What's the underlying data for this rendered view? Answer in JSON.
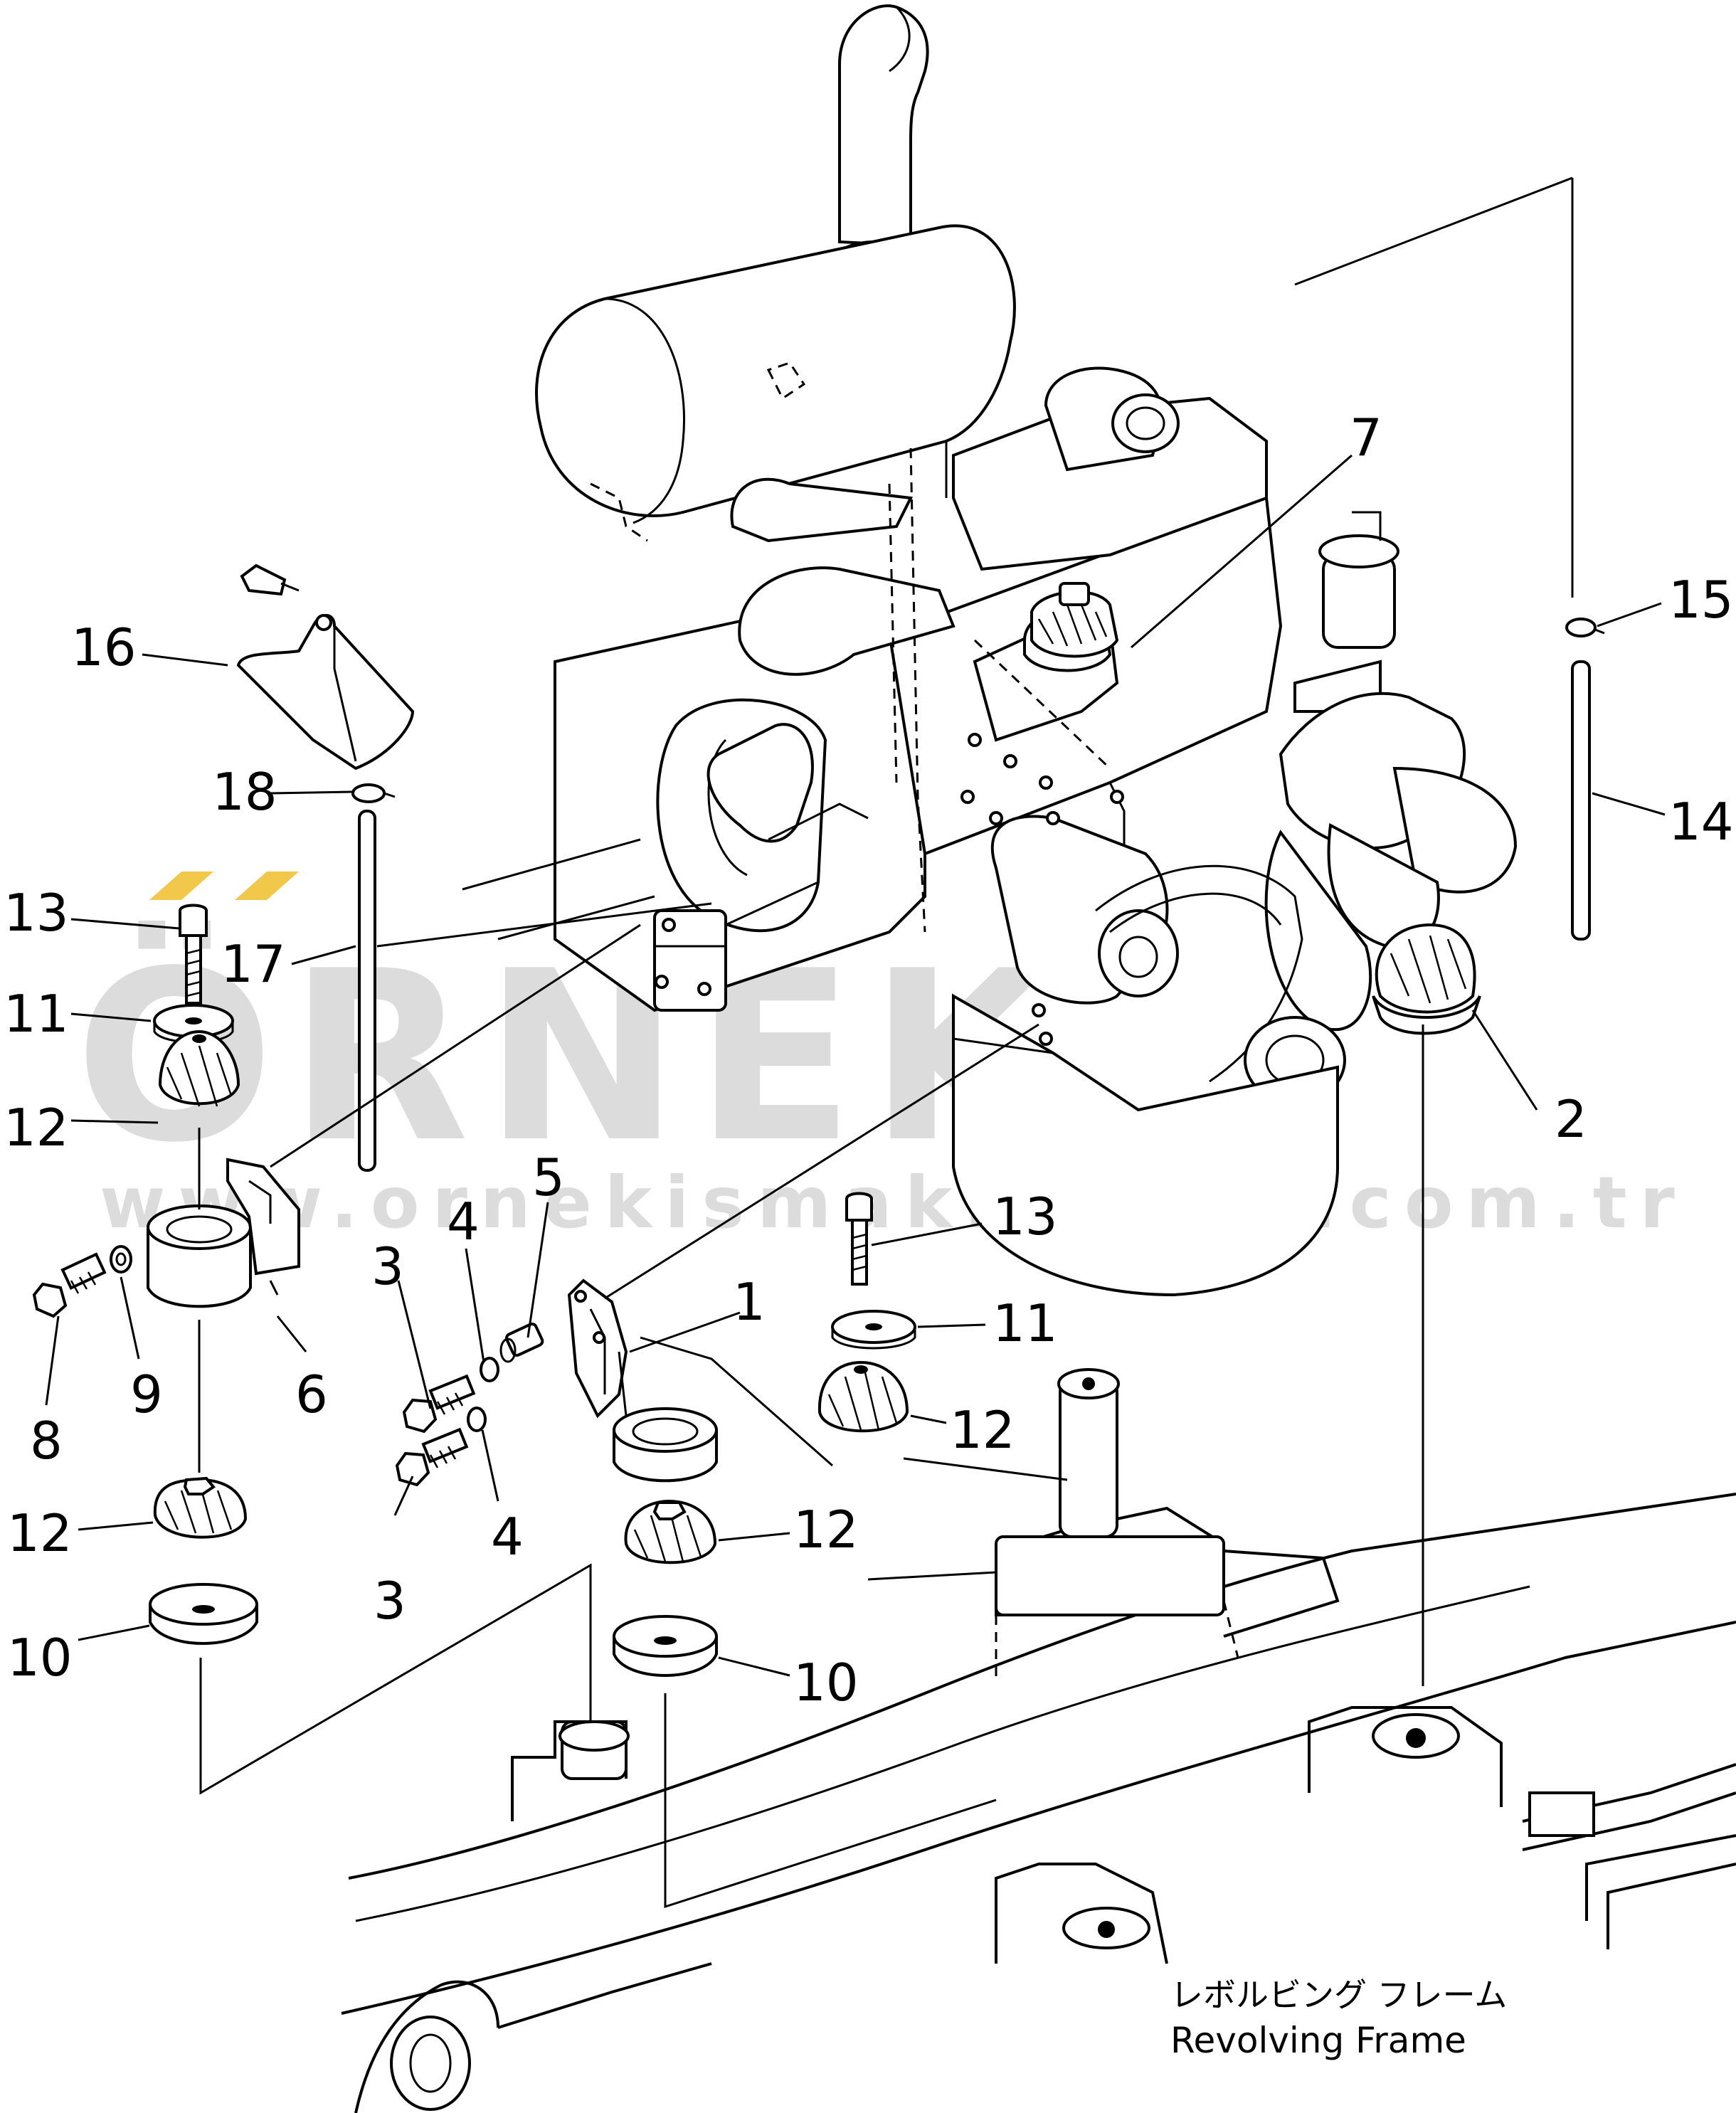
{
  "watermark": {
    "brand": "ÖRNEK",
    "url": "www.ornekismakinalari.com.tr",
    "accent_color": "#f2c84b",
    "text_color": "#dcdcdc"
  },
  "labels": {
    "p1": "1",
    "p2": "2",
    "p3a": "3",
    "p3b": "3",
    "p4a": "4",
    "p4b": "4",
    "p5": "5",
    "p6": "6",
    "p7": "7",
    "p8": "8",
    "p9": "9",
    "p10a": "10",
    "p10b": "10",
    "p11a": "11",
    "p11b": "11",
    "p12a": "12",
    "p12b": "12",
    "p12c": "12",
    "p12d": "12",
    "p13a": "13",
    "p13b": "13",
    "p14": "14",
    "p15": "15",
    "p16": "16",
    "p17": "17",
    "p18": "18"
  },
  "caption": {
    "japanese": "レボルビング フレーム",
    "english": "Revolving Frame"
  }
}
